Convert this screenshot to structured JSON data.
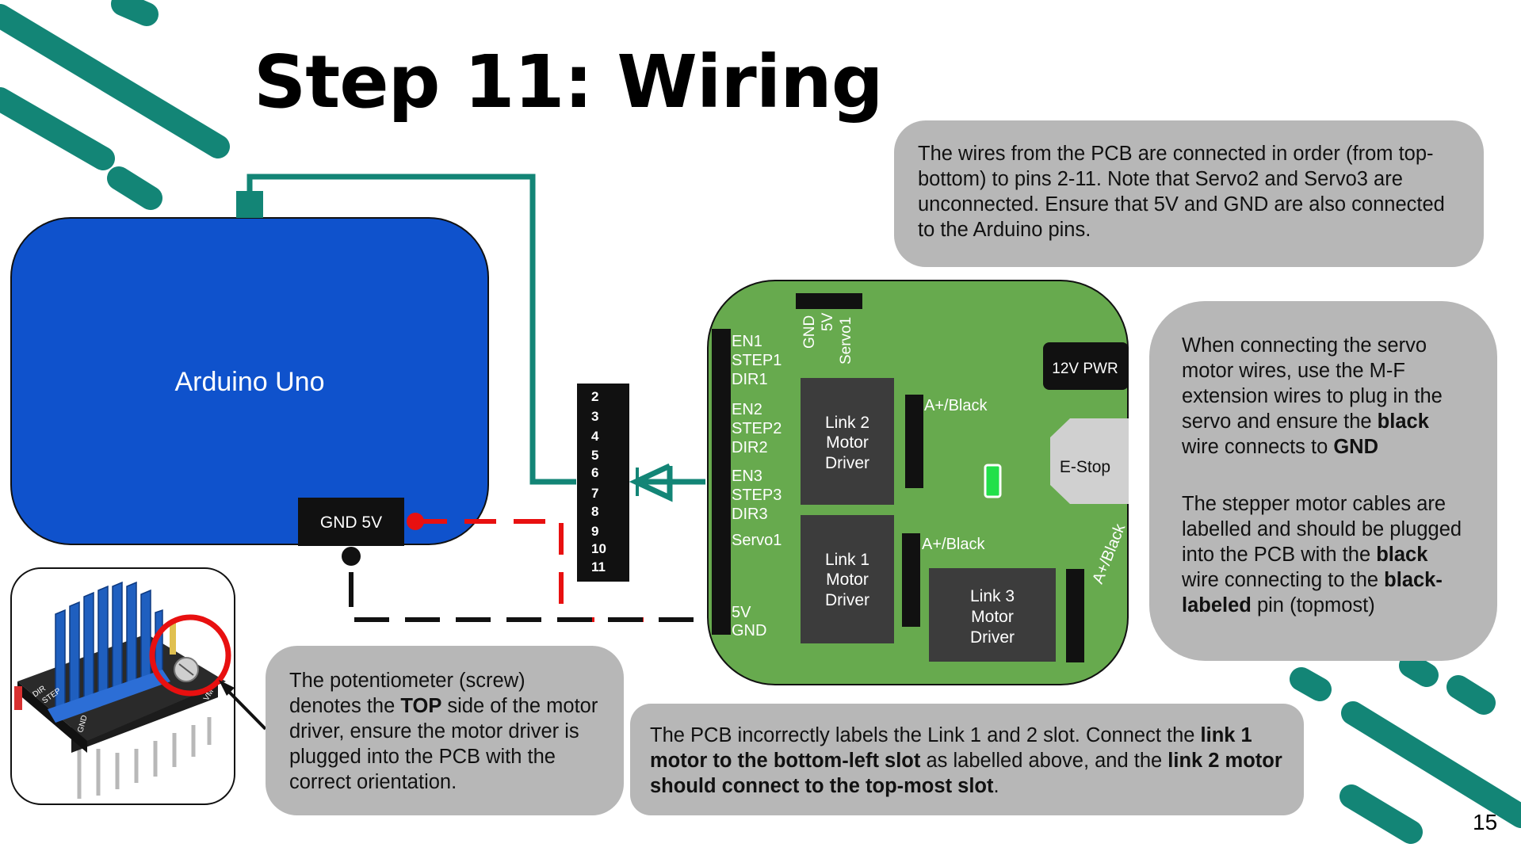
{
  "title": "Step 11: Wiring",
  "page_number": "15",
  "colors": {
    "accent_teal": "#138576",
    "arduino_blue": "#0f52cc",
    "pcb_green": "#67aa4e",
    "bubble_grey": "#b7b7b7",
    "wire_red": "#e81010",
    "led_green": "#22e04a"
  },
  "arduino": {
    "label": "Arduino Uno",
    "power_header": "GND 5V"
  },
  "pin_header": {
    "pins": [
      "2",
      "3",
      "4",
      "5",
      "6",
      "7",
      "8",
      "9",
      "10",
      "11"
    ]
  },
  "pcb": {
    "left_pins": {
      "group1": [
        "EN1",
        "STEP1",
        "DIR1"
      ],
      "group2": [
        "EN2",
        "STEP2",
        "DIR2"
      ],
      "group3": [
        "EN3",
        "STEP3",
        "DIR3"
      ],
      "servo": "Servo1",
      "power": [
        "5V",
        "GND"
      ]
    },
    "top_pins": [
      "GND",
      "5V",
      "Servo1"
    ],
    "power_connector": "12V PWR",
    "estop": "E-Stop",
    "drivers": [
      {
        "lines": [
          "Link 2",
          "Motor",
          "Driver"
        ]
      },
      {
        "lines": [
          "Link 1",
          "Motor",
          "Driver"
        ]
      },
      {
        "lines": [
          "Link 3",
          "Motor",
          "Driver"
        ]
      }
    ],
    "motor_labels": [
      "A+/Black",
      "A+/Black",
      "A+/Black"
    ]
  },
  "stepper_photo": {
    "chip_markings": [
      "VM",
      "GND",
      "DIR",
      "STEP"
    ]
  },
  "notes": {
    "top_right": "The wires from the PCB are connected in order (from top-bottom) to pins 2-11. Note that Servo2 and Servo3 are unconnected. Ensure that 5V and GND are also connected to the Arduino pins.",
    "servo": {
      "pre": "When connecting the servo motor wires, use the M-F extension wires to plug in the servo and ensure the ",
      "bold1": "black",
      "mid": " wire connects to ",
      "bold2": "GND"
    },
    "stepper": {
      "pre": "The stepper motor cables are labelled and should be plugged into the PCB with the ",
      "bold1": "black",
      "mid": " wire connecting to the ",
      "bold2": "black-labeled",
      "post": " pin (topmost)"
    },
    "potentiometer": {
      "pre": "The potentiometer (screw) denotes the ",
      "bold": "TOP",
      "post": " side of the motor driver, ensure the motor driver is plugged into the PCB with the correct orientation."
    },
    "pcb_label": {
      "pre": "The PCB incorrectly labels the Link 1 and 2 slot. Connect the ",
      "bold1": "link 1 motor to the bottom-left slot",
      "mid": " as labelled above, and the ",
      "bold2": "link 2 motor should connect to the top-most slot",
      "post": "."
    }
  }
}
